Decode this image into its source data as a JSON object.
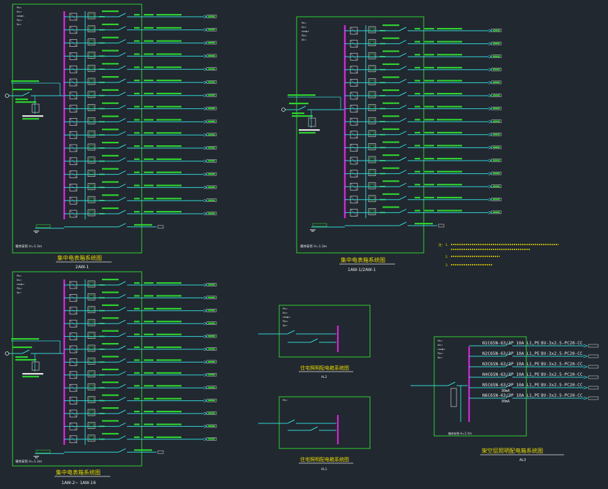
{
  "panels": {
    "p1": {
      "params": [
        "Pe=",
        "Kx=",
        "cosφ=",
        "Pjs=",
        "Ijs="
      ],
      "title": "集中电表箱系统图",
      "subtitle": "2AW-1",
      "install": "箱体安装 H=1.3m"
    },
    "p2": {
      "params": [
        "Pe=",
        "Kx=",
        "cosφ=",
        "Pjs=",
        "Ijs="
      ],
      "title": "集中电表箱系统图",
      "subtitle": "1AW-1/2AW-1",
      "install": "箱体安装 H=1.3m"
    },
    "p3": {
      "params": [
        "Pe=",
        "Kx=",
        "cosφ=",
        "Pjs=",
        "Ijs="
      ],
      "title": "集中电表箱系统图",
      "subtitle": "1AW-2~ 1AW-16",
      "install": "箱体安装 H=1.3m"
    },
    "d1": {
      "params": [
        "Pe=",
        "Kx=",
        "cosφ=",
        "Pjs=",
        "Ijs="
      ],
      "title": "住宅照明配电箱系统图",
      "subtitle": "AL2"
    },
    "d2": {
      "params": [
        "Pe="
      ],
      "title": "住宅照明配电箱系统图",
      "subtitle": "AL1"
    },
    "d3": {
      "params": [
        "Pe=",
        "Kx=",
        "cosφ=",
        "Pjs=",
        "Ijs="
      ],
      "title": "架空层照明配电箱系统图",
      "subtitle": "AL3",
      "install": "箱体安装 H=1.5m"
    }
  },
  "d3_circuits": [
    {
      "id": "N1",
      "breaker": "C65N-63/1P 10A",
      "phase": "L1,PE",
      "cable": "BV-3x2.5-PC20-CC"
    },
    {
      "id": "N2",
      "breaker": "C65N-63/1P 10A",
      "phase": "L1,PE",
      "cable": "BV-3x2.5-PC20-CC"
    },
    {
      "id": "N3",
      "breaker": "C65N-63/1P 10A",
      "phase": "L1,PE",
      "cable": "BV-3x2.5-PC20-CC"
    },
    {
      "id": "N4",
      "breaker": "C65N-63/1P 10A",
      "phase": "L1,PE",
      "cable": "BV-3x2.5-PC20-CC"
    },
    {
      "id": "N5",
      "breaker": "C65N-63/2P 10A",
      "phase": "L1,PE",
      "cable": "BV-3x2.5-PC20-CC"
    },
    {
      "id": "N6",
      "breaker": "C65N-63/2P 10A",
      "phase": "L1,PE",
      "cable": "BV-3x2.5-PC20-CC"
    }
  ],
  "d3_rcd": "30mA",
  "notes": [
    "注：",
    "1.",
    "2.",
    "3."
  ],
  "colors": {
    "bg": "#212830",
    "green": "#2fd22f",
    "cyan": "#33d6d6",
    "magenta": "#e020e0",
    "yellow": "#e8d800"
  }
}
